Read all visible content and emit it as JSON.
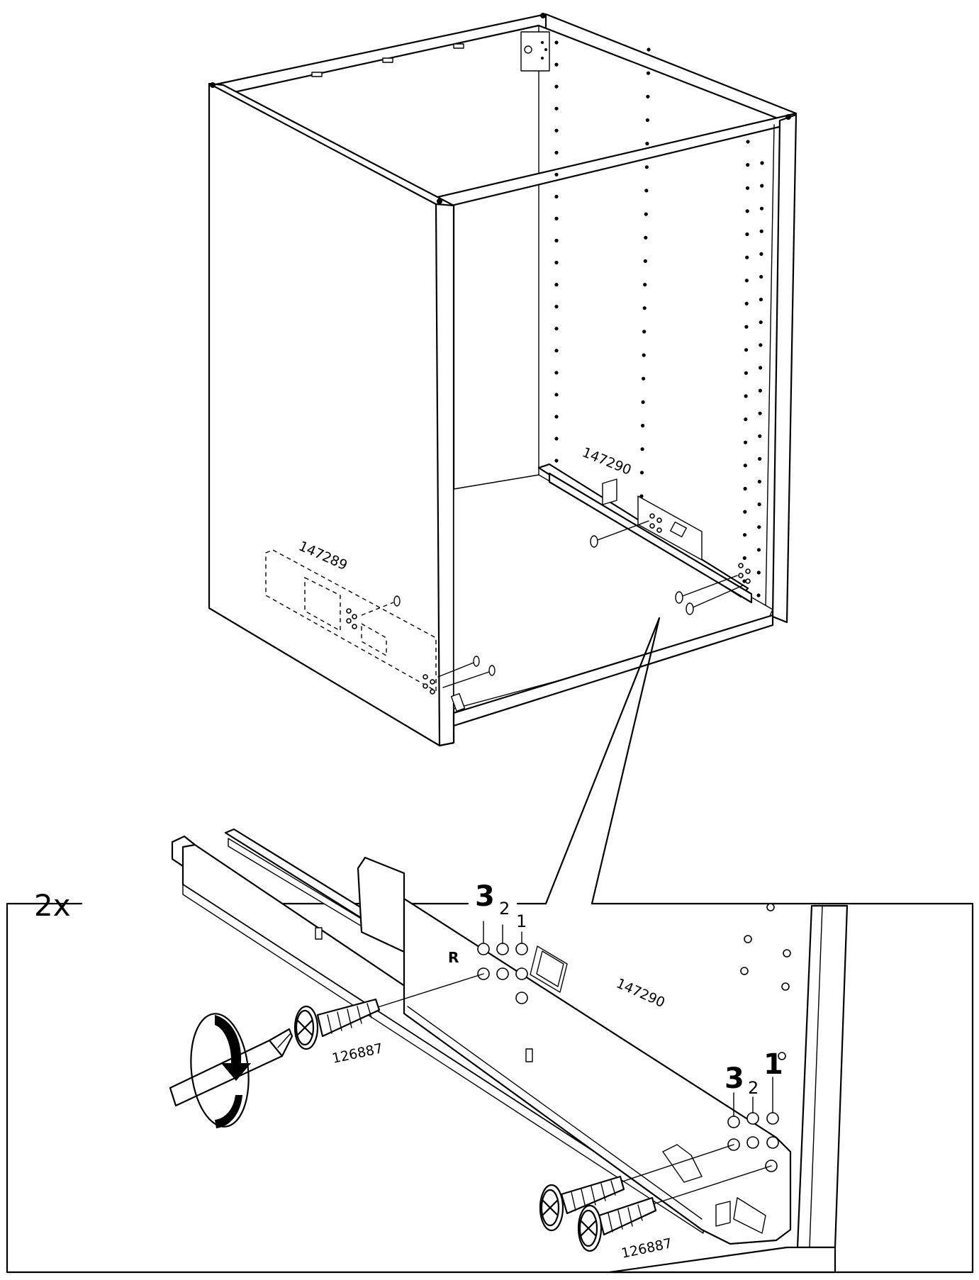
{
  "quantity_label": "2x",
  "part_numbers": {
    "rail_detail": "147290",
    "rail_cabinet": "147290",
    "rail_left": "147289",
    "screw_a": "126887",
    "screw_b": "126887"
  },
  "hole_labels": {
    "front": [
      "3",
      "2",
      "1"
    ],
    "rear": [
      "3",
      "2",
      "1"
    ]
  },
  "side_marks": {
    "right_rail": "R"
  }
}
